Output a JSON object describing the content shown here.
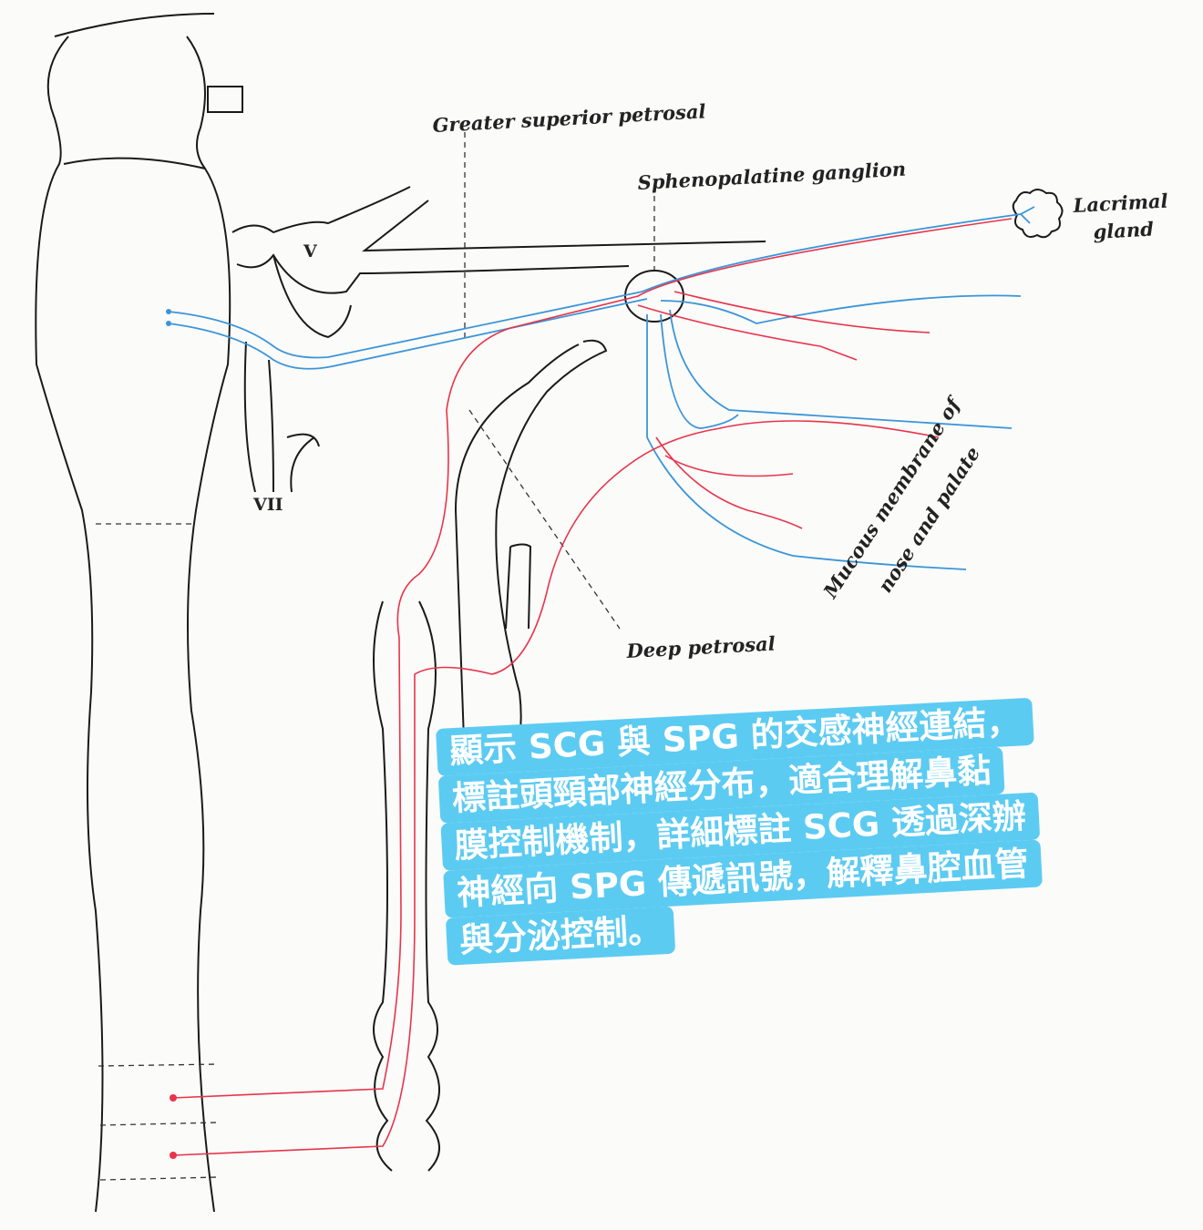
{
  "labels": {
    "greater_superior_petrosal": "Greater superior petrosal",
    "sphenopalatine_ganglion": "Sphenopalatine ganglion",
    "lacrimal_gland_1": "Lacrimal",
    "lacrimal_gland_2": "gland",
    "nerve_v": "V",
    "nerve_vii": "VII",
    "mucous_1": "Mucous membrane of",
    "mucous_2": "nose and palate",
    "deep_petrosal": "Deep petrosal"
  },
  "caption": {
    "lines": [
      "顯示 SCG 與 SPG 的交感神經連結，",
      "標註頭頸部神經分布，適合理解鼻黏",
      "膜控制機制，詳細標註 SCG 透過深辦",
      "神經向 SPG 傳遞訊號，解釋鼻腔血管",
      "與分泌控制。"
    ]
  },
  "colors": {
    "sympathetic": "#e8344a",
    "parasympathetic": "#3b95d8",
    "caption_bg": "#5ccbf2"
  }
}
